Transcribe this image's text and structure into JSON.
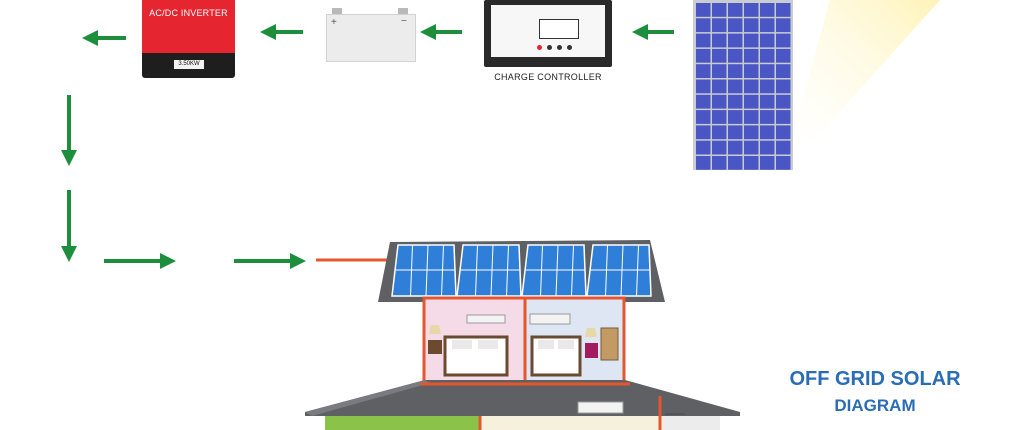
{
  "diagram": {
    "title_line1": "OFF GRID SOLAR",
    "title_line2": "DIAGRAM"
  },
  "components": {
    "inverter": {
      "label": "AC/DC INVERTER",
      "rating": "3.50KW"
    },
    "battery": {
      "plus": "+",
      "minus": "−"
    },
    "charge_controller": {
      "label": "CHARGE CONTROLLER"
    }
  },
  "colors": {
    "arrow": "#1d8f3c",
    "wire": "#e4572e",
    "title": "#2a6db4",
    "inverter": "#e52630",
    "panel_cell": "#4a56c4",
    "roof_panel": "#2f7ed8"
  }
}
